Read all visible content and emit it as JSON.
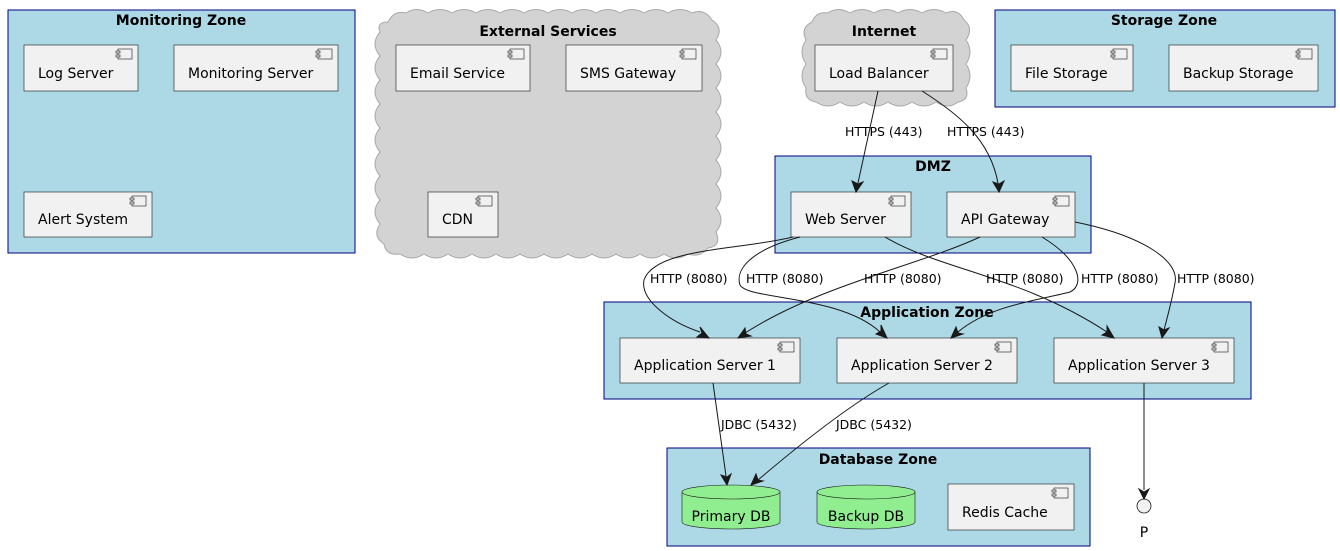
{
  "zones": {
    "monitoring": "Monitoring Zone",
    "external": "External Services",
    "internet": "Internet",
    "storage": "Storage Zone",
    "dmz": "DMZ",
    "application": "Application Zone",
    "database": "Database Zone"
  },
  "components": {
    "log_server": "Log Server",
    "monitoring_server": "Monitoring Server",
    "alert_system": "Alert System",
    "email_service": "Email Service",
    "sms_gateway": "SMS Gateway",
    "cdn": "CDN",
    "load_balancer": "Load Balancer",
    "file_storage": "File Storage",
    "backup_storage": "Backup Storage",
    "web_server": "Web Server",
    "api_gateway": "API Gateway",
    "app_server_1": "Application Server 1",
    "app_server_2": "Application Server 2",
    "app_server_3": "Application Server 3",
    "primary_db": "Primary DB",
    "backup_db": "Backup DB",
    "redis_cache": "Redis Cache",
    "interface_p": "P"
  },
  "edges": {
    "lb_web": "HTTPS (443)",
    "lb_api": "HTTPS (443)",
    "web_app1": "HTTP (8080)",
    "web_app2": "HTTP (8080)",
    "api_app1": "HTTP (8080)",
    "web_app3": "HTTP (8080)",
    "api_app2": "HTTP (8080)",
    "api_app3": "HTTP (8080)",
    "app1_db": "JDBC (5432)",
    "app2_db": "JDBC (5432)"
  }
}
